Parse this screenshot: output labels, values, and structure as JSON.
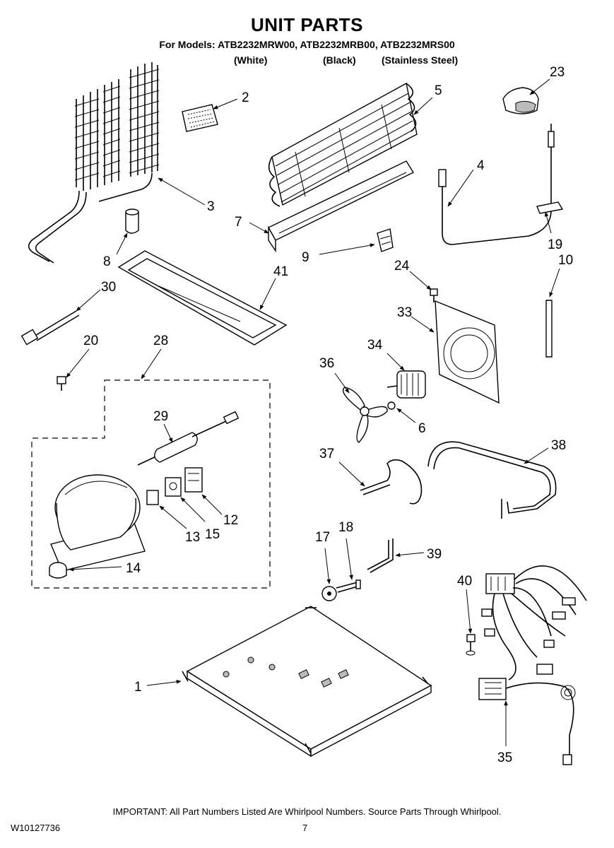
{
  "header": {
    "title": "UNIT PARTS",
    "models_line": "For Models: ATB2232MRW00, ATB2232MRB00, ATB2232MRS00",
    "variants": [
      "(White)",
      "(Black)",
      "(Stainless Steel)"
    ]
  },
  "callouts": {
    "c1": "1",
    "c2": "2",
    "c3": "3",
    "c4": "4",
    "c5": "5",
    "c6": "6",
    "c7": "7",
    "c8": "8",
    "c9": "9",
    "c10": "10",
    "c12": "12",
    "c13": "13",
    "c14": "14",
    "c15": "15",
    "c17": "17",
    "c18": "18",
    "c19": "19",
    "c20": "20",
    "c23": "23",
    "c24": "24",
    "c28": "28",
    "c29": "29",
    "c30": "30",
    "c33": "33",
    "c34": "34",
    "c35": "35",
    "c36": "36",
    "c37": "37",
    "c38": "38",
    "c39": "39",
    "c40": "40",
    "c41": "41"
  },
  "footer": {
    "important": "IMPORTANT: All Part Numbers Listed Are Whirlpool Numbers. Source Parts Through Whirlpool.",
    "doc_number": "W10127736",
    "page_number": "7"
  }
}
